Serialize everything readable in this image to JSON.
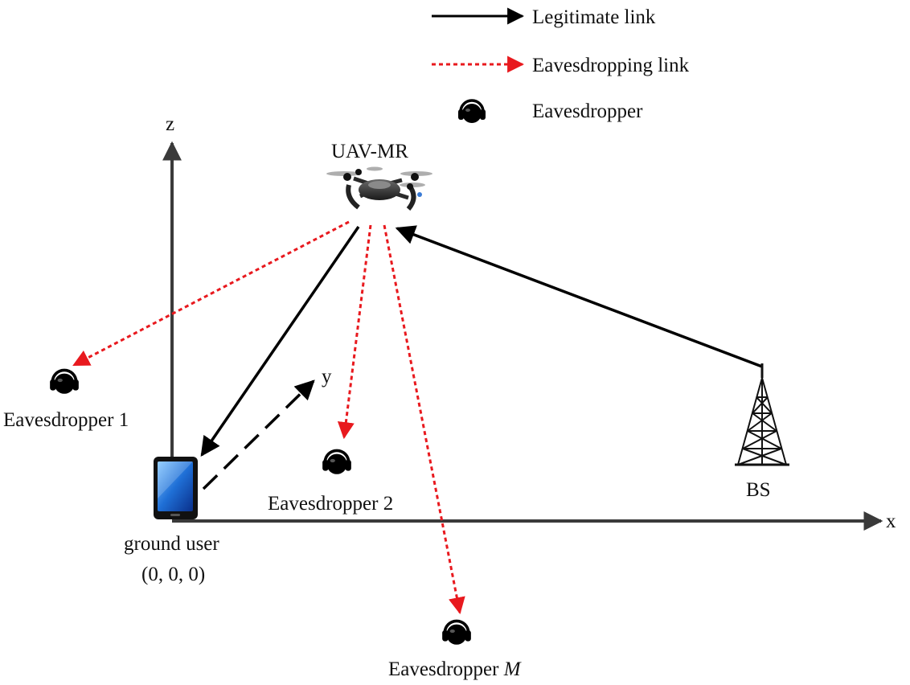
{
  "legend": {
    "legitimate_label": "Legitimate link",
    "eavesdropping_label": "Eavesdropping link",
    "eavesdropper_label": "Eavesdropper"
  },
  "axes": {
    "z_label": "z",
    "y_label": "y",
    "x_label": "x"
  },
  "nodes": {
    "uav_label": "UAV-MR",
    "bs_label": "BS",
    "user_label": "ground user",
    "user_coords": "(0, 0, 0)",
    "eve1_label": "Eavesdropper 1",
    "eve2_label": "Eavesdropper 2",
    "eveM_label_prefix": "Eavesdropper ",
    "eveM_label_suffix": "M"
  },
  "colors": {
    "legitimate": "#000000",
    "eavesdropping": "#e8191e",
    "axis": "#3a3a3a",
    "phone_screen": "#1f6fd6"
  }
}
